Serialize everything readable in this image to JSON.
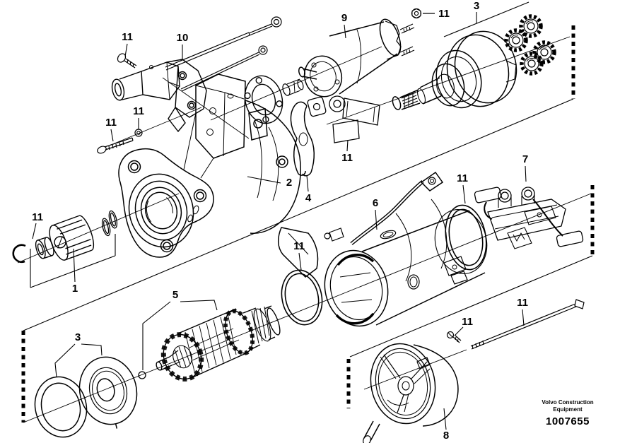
{
  "figure": {
    "type": "exploded-parts-diagram",
    "subject": "Starter motor exploded view",
    "background_color": "#ffffff",
    "line_color": "#000000"
  },
  "callouts": [
    {
      "label": "11"
    },
    {
      "label": "10"
    },
    {
      "label": "9"
    },
    {
      "label": "11"
    },
    {
      "label": "3"
    },
    {
      "label": "11"
    },
    {
      "label": "11"
    },
    {
      "label": "2"
    },
    {
      "label": "4"
    },
    {
      "label": "11"
    },
    {
      "label": "6"
    },
    {
      "label": "7"
    },
    {
      "label": "11"
    },
    {
      "label": "11"
    },
    {
      "label": "11"
    },
    {
      "label": "1"
    },
    {
      "label": "3"
    },
    {
      "label": "5"
    },
    {
      "label": "11"
    },
    {
      "label": "11"
    },
    {
      "label": "8"
    }
  ],
  "footer": {
    "brand_line1": "Volvo Construction",
    "brand_line2": "Equipment",
    "figure_number": "1007655"
  }
}
